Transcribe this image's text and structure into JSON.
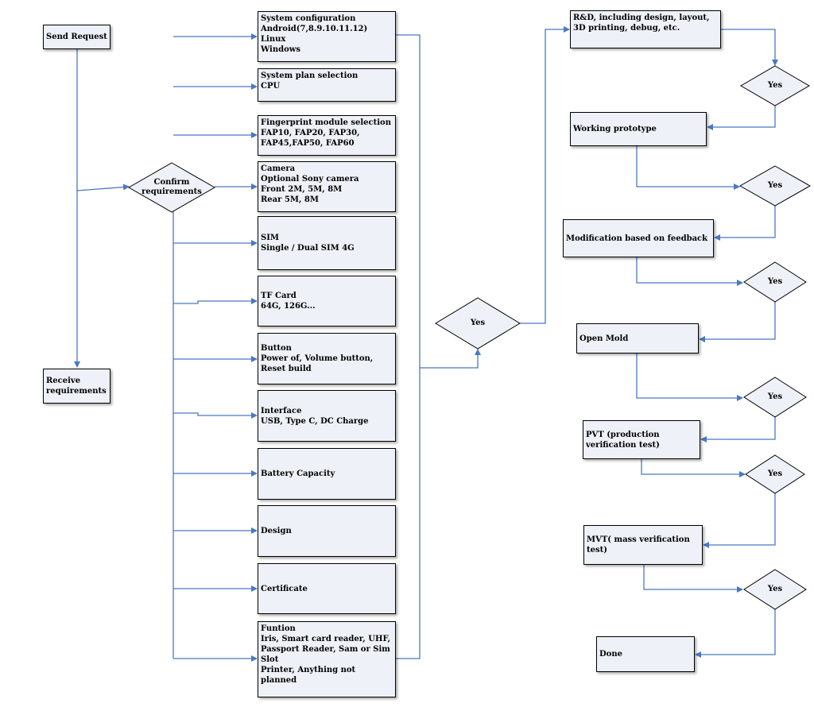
{
  "colors": {
    "connector": "#4a78c2",
    "box_fill": "#eef1f7",
    "border": "#000000"
  },
  "start": {
    "send_request": "Send Request",
    "receive_requirements": "Receive\nrequirements"
  },
  "decision_confirm": "Confirm\nrequirements",
  "requirements": [
    {
      "text": "System configuration\nAndroid(7,8.9.10.11.12)\nLinux\nWindows"
    },
    {
      "text": "System plan selection\nCPU"
    },
    {
      "text": "Fingerprint module selection\nFAP10, FAP20, FAP30,\nFAP45,FAP50, FAP60"
    },
    {
      "text": "Camera\nOptional Sony camera\nFront 2M, 5M, 8M\nRear 5M, 8M"
    },
    {
      "text": "SIM\nSingle / Dual SIM 4G"
    },
    {
      "text": "TF Card\n64G, 126G..."
    },
    {
      "text": "Button\nPower of, Volume button,\nReset build"
    },
    {
      "text": "Interface\nUSB, Type C, DC Charge"
    },
    {
      "text": "Battery Capacity"
    },
    {
      "text": "Design"
    },
    {
      "text": "Certificate"
    },
    {
      "text": "Funtion\nIris, Smart card reader, UHF,\nPassport Reader, Sam or Sim\nSlot\nPrinter, Anything not\nplanned"
    }
  ],
  "decision_middle": "Yes",
  "process": [
    {
      "text": "R&D, including design, layout,\n3D printing, debug, etc."
    },
    {
      "text": "Working prototype"
    },
    {
      "text": "Modification based on feedback"
    },
    {
      "text": "Open Mold"
    },
    {
      "text": "PVT (production\nverification test)"
    },
    {
      "text": "MVT( mass verification\ntest)"
    },
    {
      "text": "Done"
    }
  ],
  "process_decisions": [
    "Yes",
    "Yes",
    "Yes",
    "Yes",
    "Yes",
    "Yes"
  ]
}
